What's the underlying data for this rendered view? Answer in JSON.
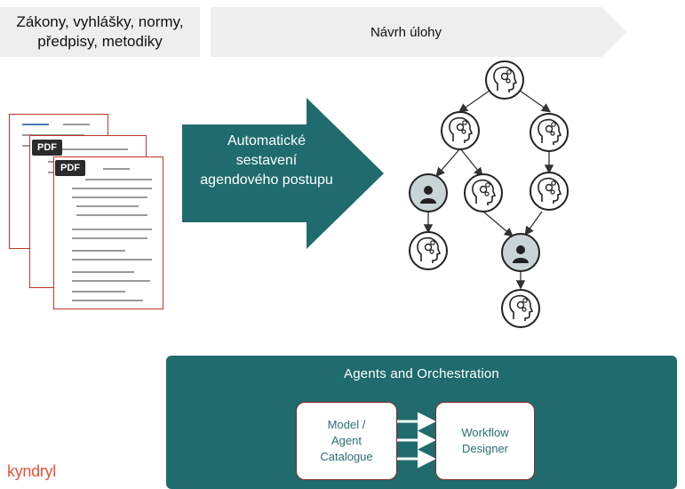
{
  "header": {
    "left_line1": "Zákony, vyhlášky, normy,",
    "left_line2": "předpisy, metodiky",
    "right_label": "Návrh úlohy"
  },
  "documents": {
    "badges": [
      "PDF",
      "PDF"
    ]
  },
  "arrow": {
    "line1": "Automatické",
    "line2": "sestavení",
    "line3": "agendového postupu"
  },
  "tree": {
    "node_icons": [
      "agent-head-icon",
      "person-icon"
    ]
  },
  "panel": {
    "title": "Agents and Orchestration",
    "left_box_line1": "Model /",
    "left_box_line2": "Agent",
    "left_box_line3": "Catalogue",
    "right_box_line1": "Workflow",
    "right_box_line2": "Designer"
  },
  "brand": {
    "logo_text": "kyndryl"
  },
  "colors": {
    "teal": "#1f6b6e",
    "doc_border": "#c0392b",
    "brand": "#e4553b",
    "node_fill": "#c9d4d6"
  }
}
